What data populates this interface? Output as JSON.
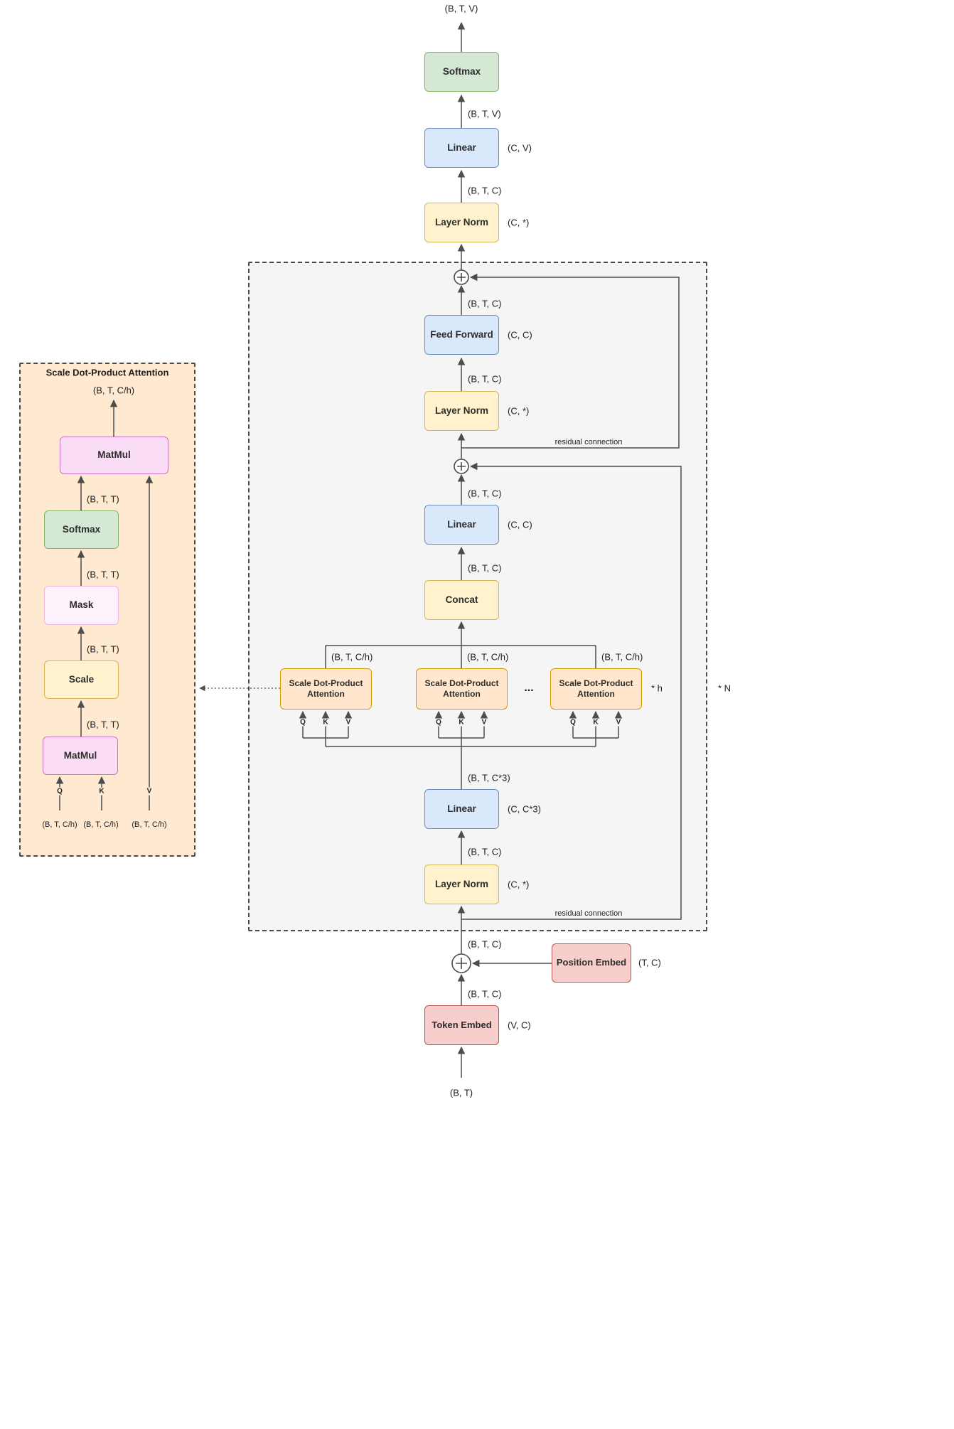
{
  "colors": {
    "line": "#4d4d4d",
    "green_fill": "#d5e8d4",
    "green_stroke": "#82b366",
    "blue_fill": "#dae8fc",
    "blue_stroke": "#6c8ebf",
    "yellow_fill": "#fff2cc",
    "yellow_stroke": "#d6b656",
    "red_fill": "#f8cecc",
    "red_stroke": "#b85450",
    "tan_fill": "#ffe6cc",
    "tan_stroke": "#d79b00",
    "pink_fill": "#fbdcf5",
    "pink_stroke": "#cf6fc3",
    "mask_fill": "#fdf1fb",
    "mask_stroke": "#eab6df",
    "block_fill": "#f5f5f5",
    "detail_fill": "#ffe9d1"
  },
  "shapes": {
    "btv": "(B, T, V)",
    "btc": "(B, T, C)",
    "btt": "(B, T, T)",
    "btch": "(B, T, C/h)",
    "btc3": "(B, T, C*3)",
    "bt": "(B, T)"
  },
  "main": {
    "softmax": "Softmax",
    "linear_head": "Linear",
    "linear_head_w": "(C, V)",
    "layernorm_final": "Layer Norm",
    "layernorm_final_w": "(C, *)",
    "feed_forward": "Feed Forward",
    "feed_forward_w": "(C, C)",
    "layernorm_ff": "Layer Norm",
    "layernorm_ff_w": "(C, *)",
    "linear_proj": "Linear",
    "linear_proj_w": "(C, C)",
    "concat": "Concat",
    "attention_head": "Scale Dot-Product Attention",
    "ellipsis": "...",
    "heads_mult": "* h",
    "block_mult": "* N",
    "q": "Q",
    "k": "K",
    "v": "V",
    "linear_qkv": "Linear",
    "linear_qkv_w": "(C, C*3)",
    "layernorm_in": "Layer Norm",
    "layernorm_in_w": "(C, *)",
    "residual": "residual connection",
    "position_embed": "Position Embed",
    "position_embed_w": "(T, C)",
    "token_embed": "Token Embed",
    "token_embed_w": "(V, C)"
  },
  "detail": {
    "title": "Scale Dot-Product Attention",
    "out_shape": "(B, T, C/h)",
    "matmul": "MatMul",
    "softmax": "Softmax",
    "mask": "Mask",
    "scale": "Scale",
    "q": "Q",
    "k": "K",
    "v": "V",
    "q_shape": "(B, T, C/h)",
    "k_shape": "(B, T, C/h)",
    "v_shape": "(B, T, C/h)"
  }
}
